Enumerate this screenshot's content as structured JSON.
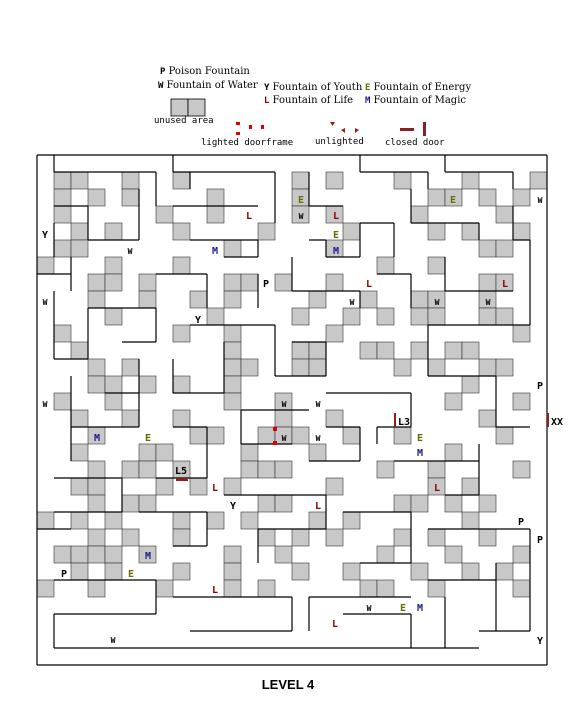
{
  "title": "LEVEL 4",
  "legend": {
    "poison": {
      "glyph": "P",
      "label": "Poison Fountain"
    },
    "water": {
      "glyph": "W",
      "label": "Fountain of Water"
    },
    "youth": {
      "glyph": "Y",
      "label": "Fountain of Youth"
    },
    "energy": {
      "glyph": "E",
      "label": "Fountain of Energy"
    },
    "life": {
      "glyph": "L",
      "label": "Fountain of Life"
    },
    "magic": {
      "glyph": "M",
      "label": "Fountain of Magic"
    },
    "unused": "unused area",
    "lighted": "lighted doorframe",
    "unlighted": "unlighted",
    "closed": "closed door"
  },
  "labels": {
    "l3": "L3",
    "l5": "L5",
    "xx": "XX"
  },
  "colors": {
    "wall": "#000000",
    "unused": "#c8c8c8",
    "lighted": "#dd0000",
    "life": "#8b0000",
    "magic": "#1a1a8c",
    "energy": "#6b6b00",
    "door": "#8b2222"
  }
}
